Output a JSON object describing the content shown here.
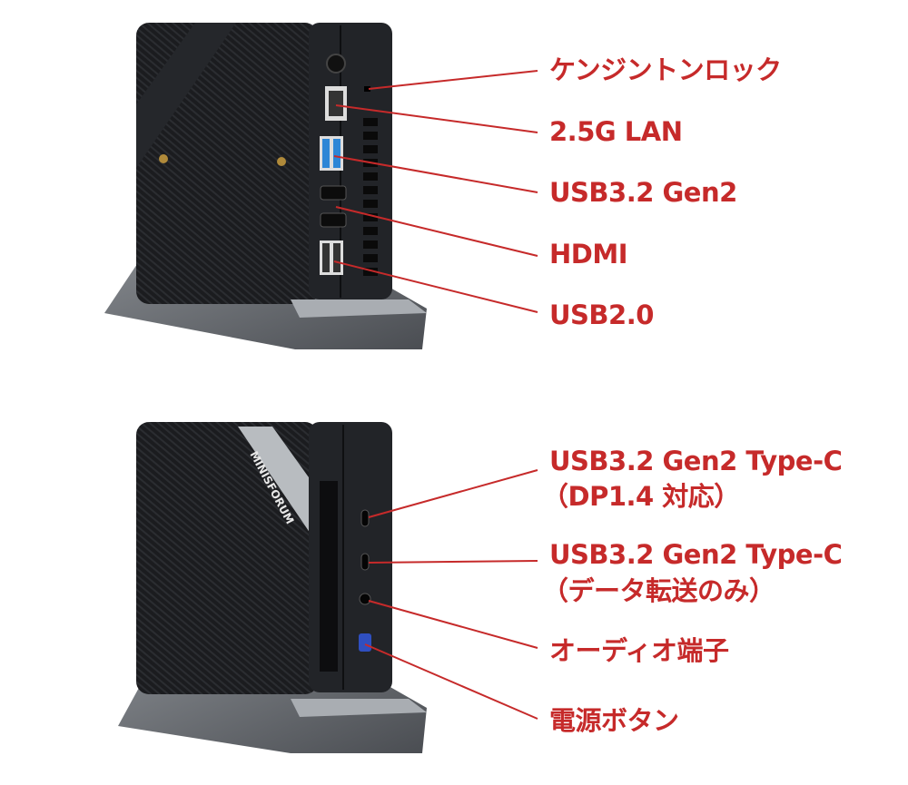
{
  "colors": {
    "label": "#c62a2a",
    "device": "#1c1d20",
    "stand": "#6f7378"
  },
  "device_logo": "MINISFORUM",
  "rear_view": {
    "labels": [
      {
        "id": "kensington",
        "text": "ケンジントンロック"
      },
      {
        "id": "lan",
        "text": "2.5G LAN"
      },
      {
        "id": "usb32",
        "text": "USB3.2 Gen2"
      },
      {
        "id": "hdmi",
        "text": "HDMI"
      },
      {
        "id": "usb20",
        "text": "USB2.0"
      }
    ]
  },
  "front_view": {
    "labels": [
      {
        "id": "typec-dp",
        "text": "USB3.2 Gen2 Type-C",
        "sub": "（DP1.4 対応）"
      },
      {
        "id": "typec-data",
        "text": "USB3.2 Gen2 Type-C",
        "sub": "（データ転送のみ）"
      },
      {
        "id": "audio",
        "text": "オーディオ端子"
      },
      {
        "id": "power",
        "text": "電源ボタン"
      }
    ]
  }
}
